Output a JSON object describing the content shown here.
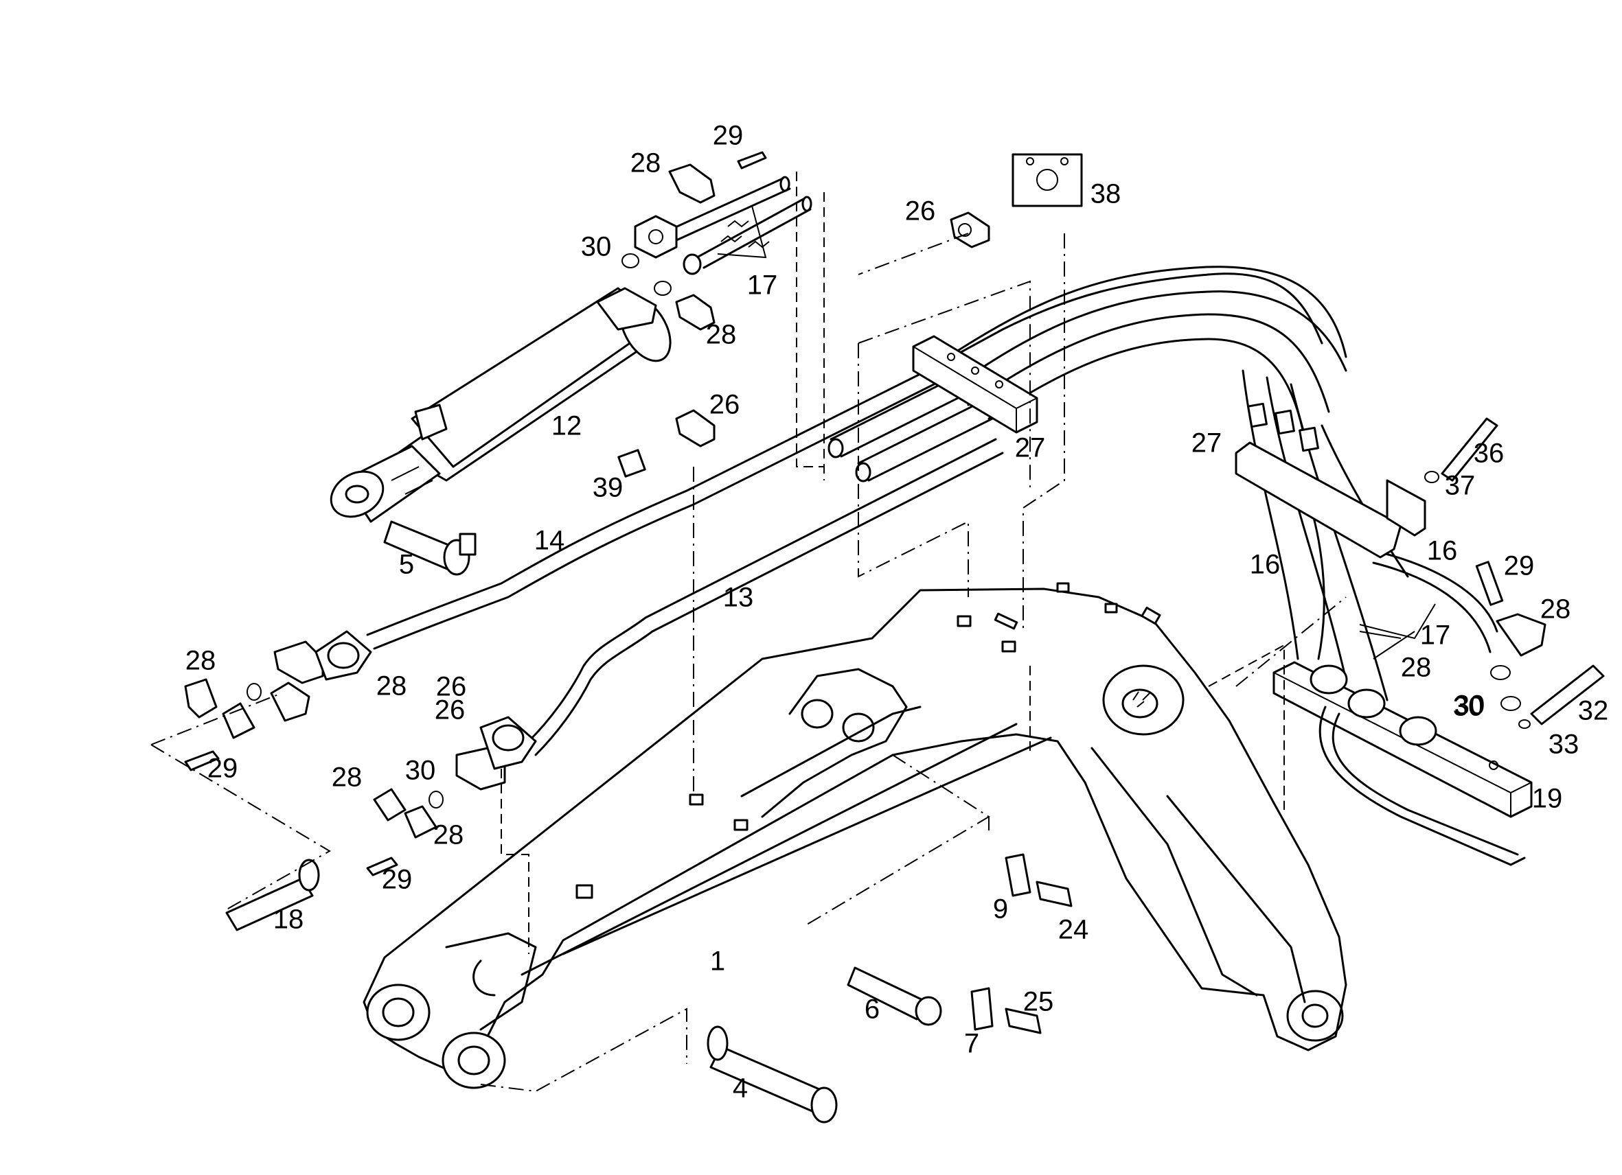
{
  "callouts": [
    "29",
    "28",
    "30",
    "17",
    "28",
    "26",
    "38",
    "12",
    "26",
    "39",
    "5",
    "14",
    "27",
    "27",
    "36",
    "37",
    "16",
    "16",
    "29",
    "28",
    "13",
    "17",
    "28",
    "30",
    "26",
    "28",
    "30",
    "26",
    "29",
    "28",
    "32",
    "30",
    "33",
    "19",
    "28",
    "28",
    "29",
    "18",
    "9",
    "24",
    "1",
    "6",
    "25",
    "7",
    "4"
  ],
  "colors": {
    "line": "#000000",
    "background": "#ffffff"
  }
}
